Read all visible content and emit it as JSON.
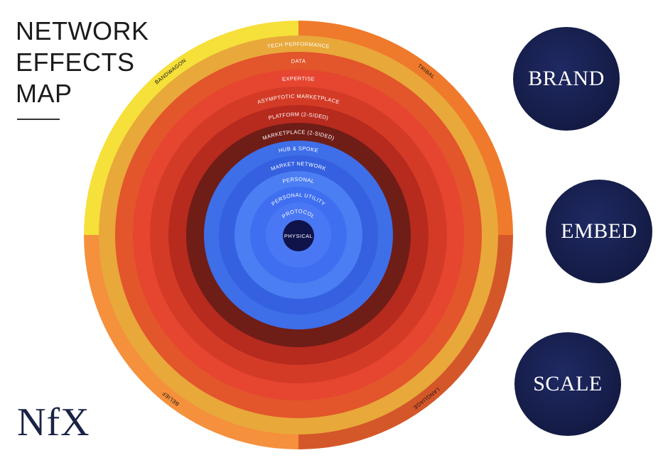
{
  "title": {
    "line1": "NETWORK",
    "line2": "EFFECTS",
    "line3": "MAP"
  },
  "logo": "NfX",
  "outer_sectors": [
    {
      "label": "BANDWAGON",
      "color": "#f6e03a"
    },
    {
      "label": "TRIBAL",
      "color": "#f07a2c"
    },
    {
      "label": "LANGUAGE",
      "color": "#d4572a"
    },
    {
      "label": "BELIEF",
      "color": "#f5903c"
    }
  ],
  "rings": [
    {
      "label": "TECH PERFORMANCE",
      "color": "#e8a83a"
    },
    {
      "label": "DATA",
      "color": "#e3552b"
    },
    {
      "label": "EXPERTISE",
      "color": "#e64530"
    },
    {
      "label": "ASYMPTOTIC MARKETPLACE",
      "color": "#d43b27"
    },
    {
      "label": "PLATFORM (2-SIDED)",
      "color": "#b72a1e"
    },
    {
      "label": "MARKETPLACE (2-SIDED)",
      "color": "#6f1d17"
    },
    {
      "label": "HUB & SPOKE",
      "color": "#3e6ee8"
    },
    {
      "label": "MARKET NETWORK",
      "color": "#3561e0"
    },
    {
      "label": "PERSONAL",
      "color": "#4b7ef2"
    },
    {
      "label": "PERSONAL UTILITY",
      "color": "#3f6ff0"
    },
    {
      "label": "PROTOCOL",
      "color": "#4a78f4"
    }
  ],
  "core": {
    "label": "PHYSICAL",
    "color": "#10134a"
  },
  "pillars": [
    {
      "label": "BRAND"
    },
    {
      "label": "EMBED"
    },
    {
      "label": "SCALE"
    }
  ]
}
